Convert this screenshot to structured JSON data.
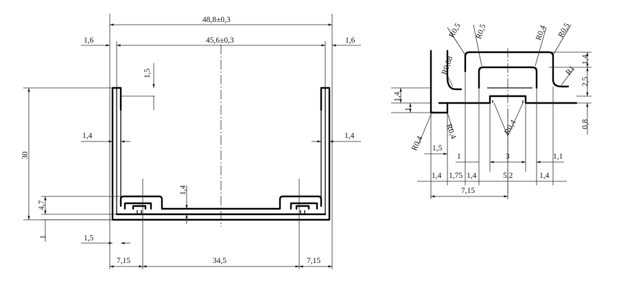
{
  "front_view": {
    "dims": {
      "overall_width": "48,8±0,3",
      "inner_width": "45,6±0,3",
      "wall_left": "1,6",
      "wall_right": "1,6",
      "top_gap": "1,5",
      "height": "30",
      "side_left": "1,4",
      "side_right": "1,4",
      "base_thickness": "1,4",
      "foot_height": "4,7",
      "bottom": "1",
      "bottom_flange": "1,5",
      "channel_left": "7,15",
      "center_span": "34,5",
      "channel_right": "7,15"
    }
  },
  "detail_view": {
    "dims": {
      "r05_left": "R0,5",
      "r05_mid": "R0,5",
      "r04_top": "R0,4",
      "r05_right": "R0,5",
      "r088": "R0,88",
      "r1": "R1",
      "r04_left": "R0,4",
      "r04_low": "R0,4",
      "r04_center": "R0,4",
      "h14_right": "1,4",
      "h25": "2,5",
      "h08": "0,8",
      "h14_left": "1,4",
      "h1": "1",
      "w15": "1,5",
      "w1": "1",
      "w3": "3",
      "w11": "1,1",
      "w14a": "1,4",
      "w175": "1,75",
      "w14b": "1,4",
      "w52": "5,2",
      "w14c": "1,4",
      "w715": "7,15"
    }
  }
}
